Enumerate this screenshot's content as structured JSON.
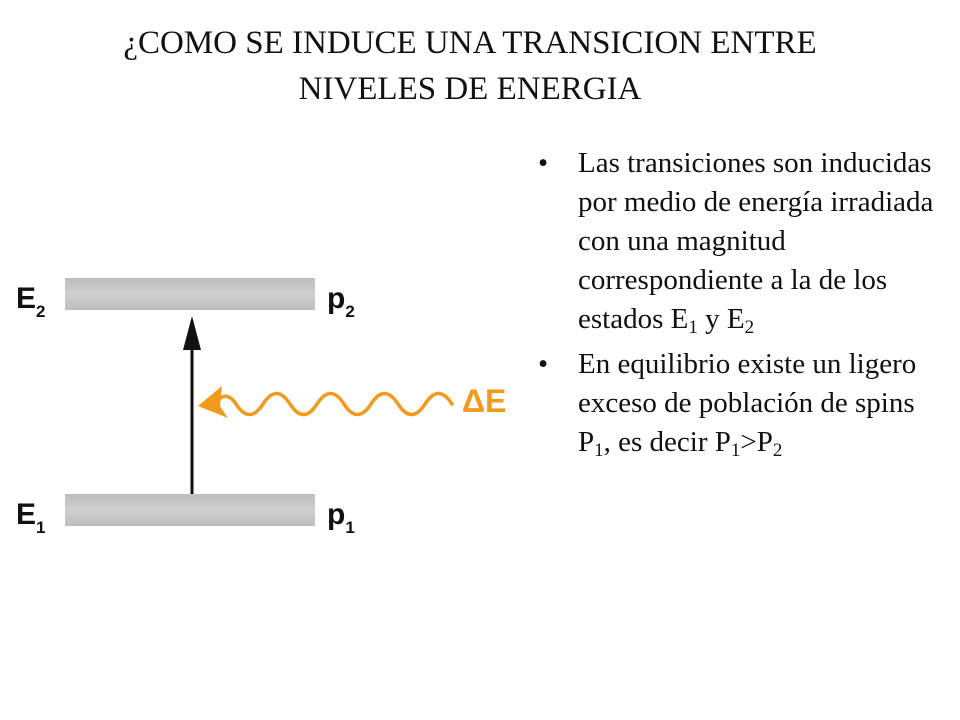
{
  "title": {
    "line1": "¿COMO SE INDUCE UNA TRANSICION ENTRE",
    "line2": "NIVELES DE ENERGIA"
  },
  "diagram": {
    "upper_level": {
      "energy": "E",
      "energy_sub": "2",
      "population": "p",
      "population_sub": "2"
    },
    "lower_level": {
      "energy": "E",
      "energy_sub": "1",
      "population": "p",
      "population_sub": "1"
    },
    "radiation_label": "ΔE",
    "colors": {
      "band": "#c8c8c8",
      "wave": "#f29a1e",
      "arrow": "#111111"
    }
  },
  "bullets": [
    {
      "dot": "•",
      "parts": [
        {
          "t": "Las transiciones son inducidas por medio de energía irradiada con una magnitud correspondiente a la de los estados E"
        },
        {
          "t": "1",
          "sub": true
        },
        {
          "t": " y E"
        },
        {
          "t": "2",
          "sub": true
        }
      ]
    },
    {
      "dot": "•",
      "parts": [
        {
          "t": "En equilibrio existe un ligero exceso de población de spins P"
        },
        {
          "t": "1",
          "sub": true
        },
        {
          "t": ", es decir P"
        },
        {
          "t": "1",
          "sub": true
        },
        {
          "t": ">P"
        },
        {
          "t": "2",
          "sub": true
        }
      ]
    }
  ]
}
